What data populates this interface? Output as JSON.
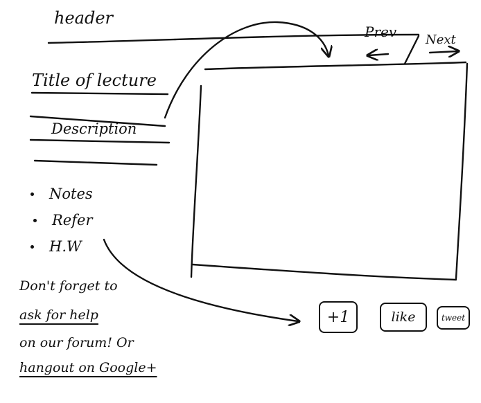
{
  "header": {
    "label": "header"
  },
  "lecture": {
    "title": "Title of lecture",
    "description": "Description"
  },
  "nav": {
    "prev_label": "Prev",
    "next_label": "Next"
  },
  "sidebar": {
    "items": [
      {
        "label": "Notes"
      },
      {
        "label": "Refer"
      },
      {
        "label": "H.W"
      }
    ]
  },
  "note": {
    "lines": [
      "Don't forget to",
      "ask for help",
      "on our forum! Or",
      "hangout on Google+"
    ]
  },
  "social": {
    "plus_one": "+1",
    "like": "like",
    "tweet": "tweet"
  },
  "ink_color": "#111111"
}
